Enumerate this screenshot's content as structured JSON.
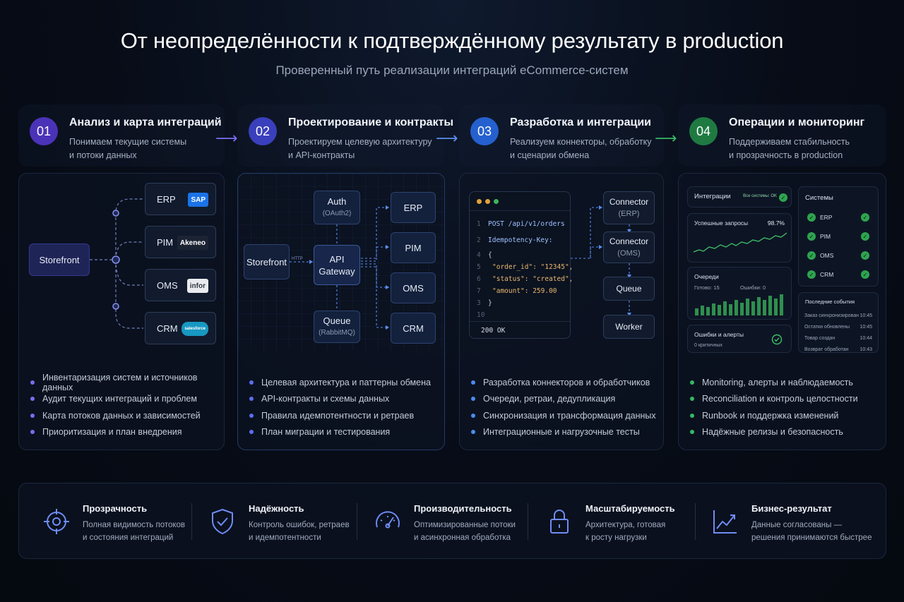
{
  "header": {
    "title": "От неопределённости к подтверждённому результату в production",
    "subtitle": "Проверенный путь реализации интеграций eCommerce-систем"
  },
  "steps": [
    {
      "num": "01",
      "color": "#5a3fd6",
      "title": "Анализ и карта интеграций",
      "desc_line1": "Понимаем текущие системы",
      "desc_line2": "и потоки данных",
      "bullets": [
        "Инвентаризация систем и источников данных",
        "Аудит текущих интеграций и проблем",
        "Карта потоков данных и зависимостей",
        "Приоритизация и план внедрения"
      ]
    },
    {
      "num": "02",
      "color": "#3f46c4",
      "title": "Проектирование и контракты",
      "desc_line1": "Проектируем целевую архитектуру",
      "desc_line2": "и API-контракты",
      "bullets": [
        "Целевая архитектура и паттерны обмена",
        "API-контракты и схемы данных",
        "Правила идемпотентности и ретраев",
        "План миграции и тестирования"
      ]
    },
    {
      "num": "03",
      "color": "#2763d6",
      "title": "Разработка и интеграции",
      "desc_line1": "Реализуем коннекторы, обработку",
      "desc_line2": "и сценарии обмена",
      "bullets": [
        "Разработка коннекторов и обработчиков",
        "Очереди, ретраи, дедупликация",
        "Синхронизация и трансформация данных",
        "Интеграционные и нагрузочные тесты"
      ]
    },
    {
      "num": "04",
      "color": "#1f8a48",
      "title": "Операции и мониторинг",
      "desc_line1": "Поддерживаем стабильность",
      "desc_line2": "и прозрачность в production",
      "bullets": [
        "Monitoring, алерты и наблюдаемость",
        "Reconciliation и контроль целостности",
        "Runbook и поддержка изменений",
        "Надёжные релизы и безопасность"
      ]
    }
  ],
  "diagram1": {
    "storefront": "Storefront",
    "systems": [
      {
        "name": "ERP",
        "logo": "SAP",
        "logo_bg": "#1a73e8",
        "logo_fg": "#ffffff"
      },
      {
        "name": "PIM",
        "logo": "Akeneo",
        "logo_bg": "#1c2434",
        "logo_fg": "#ffffff"
      },
      {
        "name": "OMS",
        "logo": "infor",
        "logo_bg": "#e9ebef",
        "logo_fg": "#333a46"
      },
      {
        "name": "CRM",
        "logo": "salesforce",
        "logo_bg": "#1798c1",
        "logo_fg": "#ffffff"
      }
    ]
  },
  "diagram2": {
    "storefront": "Storefront",
    "http": "HTTP",
    "auth": "Auth",
    "auth_sub": "(OAuth2)",
    "gateway_line1": "API",
    "gateway_line2": "Gateway",
    "queue": "Queue",
    "queue_sub": "(RabbitMQ)",
    "targets": [
      "ERP",
      "PIM",
      "OMS",
      "CRM"
    ]
  },
  "diagram3": {
    "code_lines": [
      {
        "n": "1",
        "t": "POST /api/v1/orders"
      },
      {
        "n": "2",
        "t": "Idempotency-Key:"
      },
      {
        "n": "4",
        "t": "{"
      },
      {
        "n": "5",
        "t": "\"order_id\": \"12345\","
      },
      {
        "n": "6",
        "t": "\"status\": \"created\","
      },
      {
        "n": "7",
        "t": "\"amount\": 259.00"
      },
      {
        "n": "3",
        "t": "}"
      },
      {
        "n": "10",
        "t": ""
      }
    ],
    "response": "200 OK",
    "connector_erp": "Connector",
    "connector_erp_sub": "(ERP)",
    "connector_oms": "Connector",
    "connector_oms_sub": "(OMS)",
    "queue": "Queue",
    "worker": "Worker"
  },
  "dashboard": {
    "integrations_title": "Интеграции",
    "all_ok": "Все системы: OK",
    "success_title": "Успешные запросы",
    "success_value": "98.7%",
    "queues_title": "Очереди",
    "ready_label": "Готово: 15",
    "errors_label": "Ошибки: 0",
    "alerts_title": "Ошибки и алерты",
    "alerts_sub": "0 критичных",
    "systems_title": "Системы",
    "systems": [
      "ERP",
      "PIM",
      "OMS",
      "CRM"
    ],
    "events_title": "Последние события",
    "events": [
      {
        "text": "Заказ синхронизирован",
        "time": "10:45"
      },
      {
        "text": "Остатки обновлены",
        "time": "10:45"
      },
      {
        "text": "Товар создан",
        "time": "10:44"
      },
      {
        "text": "Возврат обработан",
        "time": "10:43"
      }
    ]
  },
  "benefits": [
    {
      "icon": "target-icon",
      "title": "Прозрачность",
      "line1": "Полная видимость потоков",
      "line2": "и состояния интеграций"
    },
    {
      "icon": "shield-check-icon",
      "title": "Надёжность",
      "line1": "Контроль ошибок, ретраев",
      "line2": "и идемпотентности"
    },
    {
      "icon": "speedometer-icon",
      "title": "Производительность",
      "line1": "Оптимизированные потоки",
      "line2": "и асинхронная обработка"
    },
    {
      "icon": "lock-icon",
      "title": "Масштабируемость",
      "line1": "Архитектура, готовая",
      "line2": "к росту нагрузки"
    },
    {
      "icon": "trend-chart-icon",
      "title": "Бизнес-результат",
      "line1": "Данные согласованы —",
      "line2": "решения принимаются быстрее"
    }
  ],
  "colors": {
    "accent_purple": "#7c6cf0",
    "accent_blue": "#5b8def",
    "accent_green": "#35b865"
  }
}
